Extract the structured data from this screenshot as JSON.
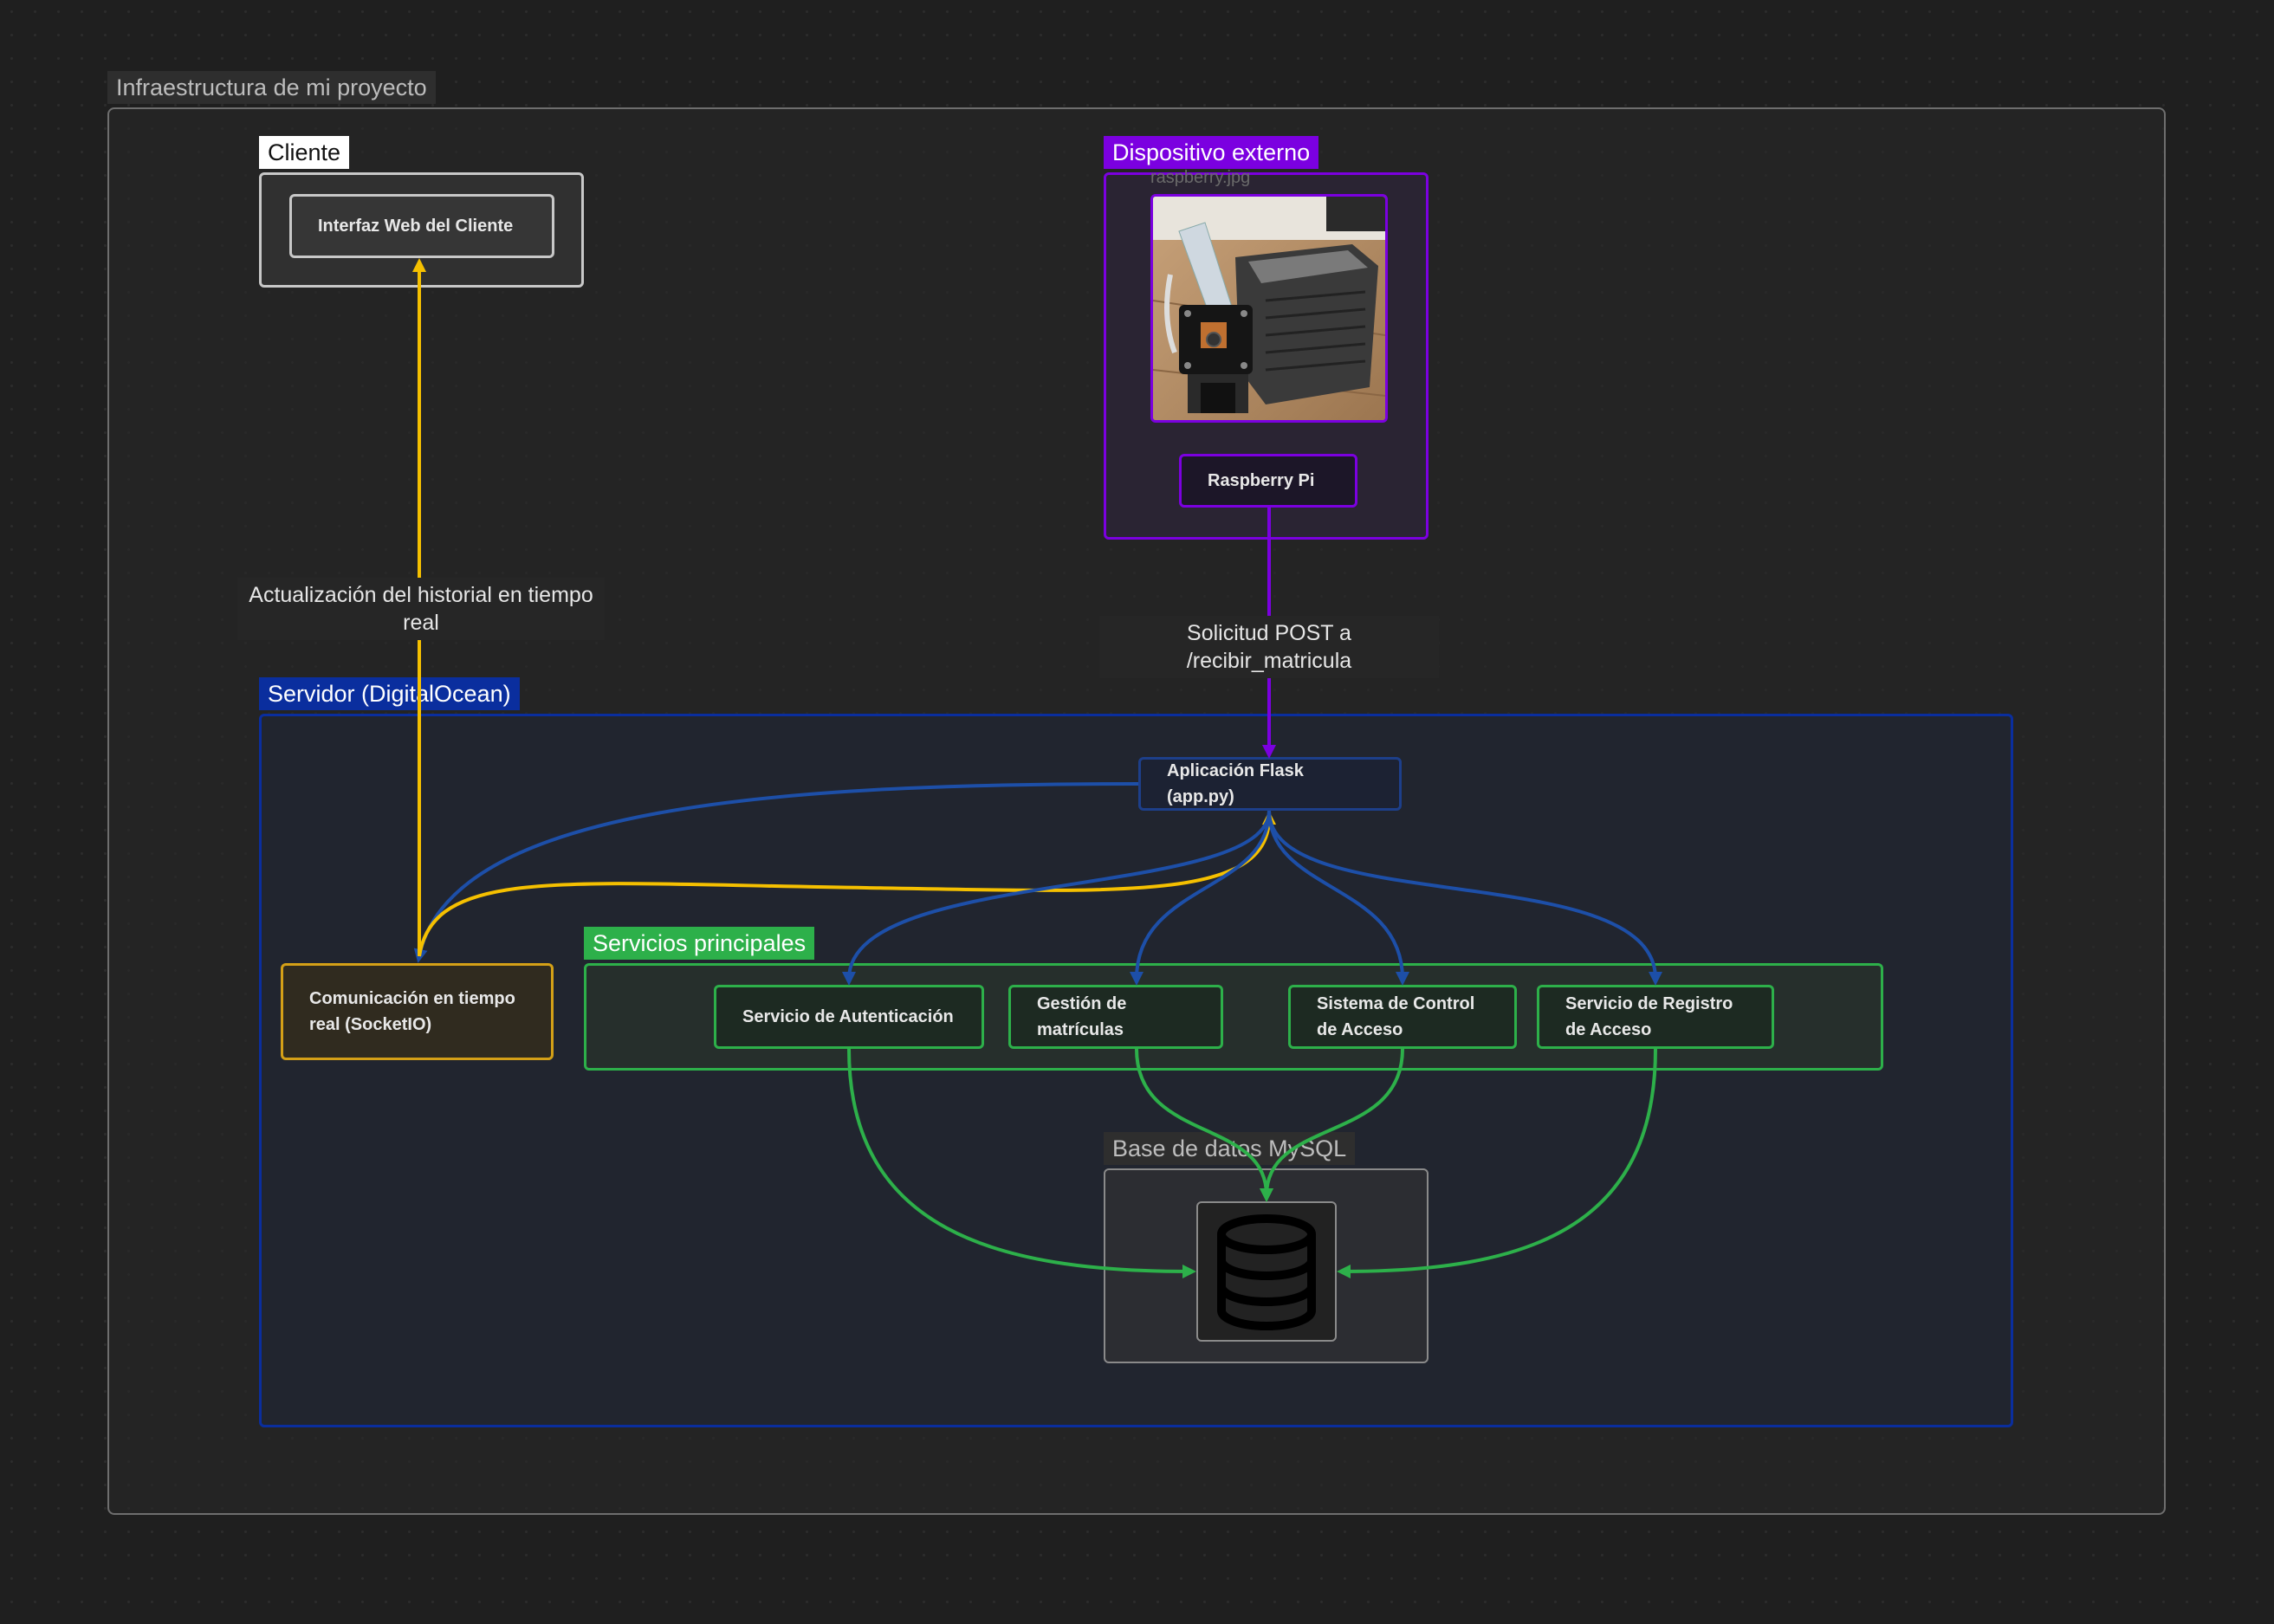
{
  "title": "Infraestructura de mi proyecto",
  "groups": {
    "cliente": "Cliente",
    "dispositivo": "Dispositivo externo",
    "servidor": "Servidor (DigitalOcean)",
    "servicios": "Servicios principales",
    "basedatos": "Base de datos MySQL"
  },
  "nodes": {
    "interfaz_web": "Interfaz Web del Cliente",
    "raspberry_image_caption": "raspberry.jpg",
    "raspberry_pi": "Raspberry Pi",
    "flask": "Aplicación Flask (app.py)",
    "socketio": "Comunicación en tiempo real (SocketIO)",
    "auth": "Servicio de Autenticación",
    "matriculas": "Gestión de matrículas",
    "control_acceso": "Sistema de Control de Acceso",
    "registro_acceso": "Servicio de Registro de Acceso"
  },
  "edge_labels": {
    "historial": "Actualización del historial en tiempo real",
    "post": "Solicitud POST a /recibir_matricula"
  },
  "icons": {
    "database": "database-icon",
    "raspberry_photo": "raspberry-pi-camera-photo"
  },
  "colors": {
    "background": "#1f1f1f",
    "cliente": "#d9d9d9",
    "dispositivo": "#7b00e0",
    "servidor": "#0a2e9e",
    "servicios": "#2db04a",
    "socketio": "#d4a017",
    "edge_blue": "#1d4fa8",
    "edge_yellow": "#f5c000",
    "edge_purple": "#7b00e0",
    "edge_green": "#2db04a"
  }
}
